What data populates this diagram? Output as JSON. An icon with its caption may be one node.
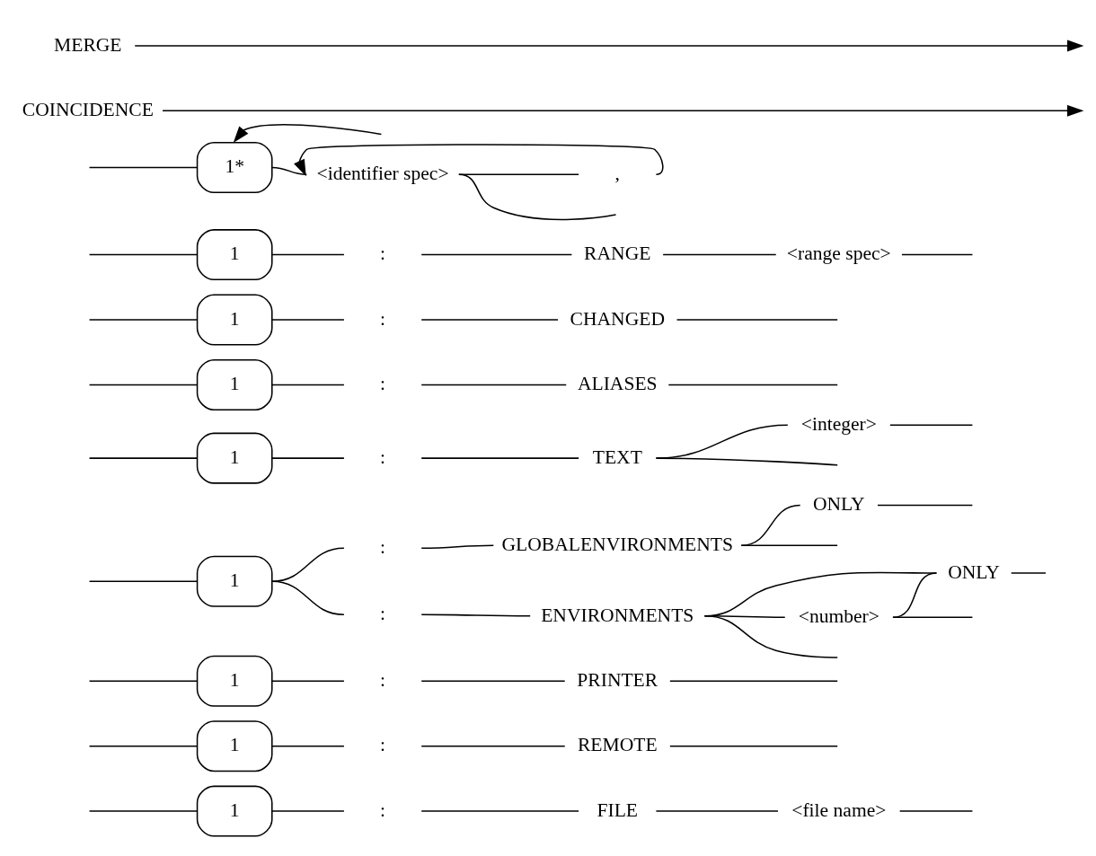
{
  "diagram": {
    "nodes": [
      {
        "text": [
          "MERGE"
        ]
      },
      {
        "text": [
          "COINCIDENCE"
        ]
      },
      {
        "text": [
          "1*"
        ]
      },
      {
        "text": [
          ","
        ]
      },
      {
        "text": [
          "<identifier spec>"
        ]
      },
      {
        "text": [
          "1"
        ]
      },
      {
        "text": [
          ":"
        ]
      },
      {
        "text": [
          "RANGE"
        ]
      },
      {
        "text": [
          "<range spec>"
        ]
      },
      {
        "text": [
          "1"
        ]
      },
      {
        "text": [
          ":"
        ]
      },
      {
        "text": [
          "CHANGED"
        ]
      },
      {
        "text": [
          "1"
        ]
      },
      {
        "text": [
          ":"
        ]
      },
      {
        "text": [
          "ALIASES"
        ]
      },
      {
        "text": [
          "1"
        ]
      },
      {
        "text": [
          ":"
        ]
      },
      {
        "text": [
          "TEXT"
        ]
      },
      {
        "text": [
          "<integer>"
        ]
      },
      {
        "text": [
          "1"
        ]
      },
      {
        "text": [
          ":"
        ]
      },
      {
        "text": [
          "ENVIRONMENTS"
        ]
      },
      {
        "text": [
          "<number>"
        ]
      },
      {
        "text": [
          "ONLY"
        ]
      },
      {
        "text": [
          ":"
        ]
      },
      {
        "text": [
          "GLOBALENVIRONMENTS"
        ]
      },
      {
        "text": [
          "ONLY"
        ]
      },
      {
        "text": [
          "1"
        ]
      },
      {
        "text": [
          ":"
        ]
      },
      {
        "text": [
          "PRINTER"
        ]
      },
      {
        "text": [
          "1"
        ]
      },
      {
        "text": [
          ":"
        ]
      },
      {
        "text": [
          "REMOTE"
        ]
      },
      {
        "text": [
          "1"
        ]
      },
      {
        "text": [
          ":"
        ]
      },
      {
        "text": [
          "FILE"
        ]
      },
      {
        "text": [
          "<file name>"
        ]
      }
    ],
    "edges": [
      {
        "from": 0,
        "to": null,
        "arrow": "to"
      },
      {
        "from": 1,
        "to": null,
        "arrow": "to"
      },
      {
        "from": null,
        "to": 2,
        "arrow": "to"
      },
      {
        "from": null,
        "to": 2,
        "arrow": "none"
      },
      {
        "from": 2,
        "to": 4,
        "arrow": "none"
      },
      {
        "from": 4,
        "to": 3,
        "arrow": "none"
      },
      {
        "from": 3,
        "to": 4,
        "arrow": "to"
      },
      {
        "from": 4,
        "to": null,
        "arrow": "none"
      },
      {
        "from": null,
        "to": 5,
        "arrow": "none"
      },
      {
        "from": 5,
        "to": 6,
        "arrow": "none"
      },
      {
        "from": 6,
        "to": 7,
        "arrow": "none"
      },
      {
        "from": 7,
        "to": 8,
        "arrow": "none"
      },
      {
        "from": 8,
        "to": null,
        "arrow": "none"
      },
      {
        "from": null,
        "to": 9,
        "arrow": "none"
      },
      {
        "from": 9,
        "to": 10,
        "arrow": "none"
      },
      {
        "from": 10,
        "to": 11,
        "arrow": "none"
      },
      {
        "from": 11,
        "to": null,
        "arrow": "none"
      },
      {
        "from": null,
        "to": 12,
        "arrow": "none"
      },
      {
        "from": 12,
        "to": 13,
        "arrow": "none"
      },
      {
        "from": 13,
        "to": 14,
        "arrow": "none"
      },
      {
        "from": 14,
        "to": null,
        "arrow": "none"
      },
      {
        "from": null,
        "to": 15,
        "arrow": "none"
      },
      {
        "from": 15,
        "to": 16,
        "arrow": "none"
      },
      {
        "from": 16,
        "to": 17,
        "arrow": "none"
      },
      {
        "from": 17,
        "to": null,
        "arrow": "none"
      },
      {
        "from": 17,
        "to": 18,
        "arrow": "none"
      },
      {
        "from": 18,
        "to": null,
        "arrow": "none"
      },
      {
        "from": null,
        "to": 19,
        "arrow": "none"
      },
      {
        "from": 19,
        "to": 20,
        "arrow": "none"
      },
      {
        "from": 20,
        "to": 21,
        "arrow": "none"
      },
      {
        "from": 21,
        "to": 22,
        "arrow": "none"
      },
      {
        "from": 21,
        "to": 23,
        "arrow": "none"
      },
      {
        "from": 22,
        "to": 23,
        "arrow": "none"
      },
      {
        "from": 21,
        "to": null,
        "arrow": "none"
      },
      {
        "from": 22,
        "to": null,
        "arrow": "none"
      },
      {
        "from": 23,
        "to": null,
        "arrow": "none"
      },
      {
        "from": 19,
        "to": 24,
        "arrow": "none"
      },
      {
        "from": 24,
        "to": 25,
        "arrow": "none"
      },
      {
        "from": 25,
        "to": 26,
        "arrow": "none"
      },
      {
        "from": 25,
        "to": null,
        "arrow": "none"
      },
      {
        "from": 26,
        "to": null,
        "arrow": "none"
      },
      {
        "from": null,
        "to": 27,
        "arrow": "none"
      },
      {
        "from": 27,
        "to": 28,
        "arrow": "none"
      },
      {
        "from": 28,
        "to": 29,
        "arrow": "none"
      },
      {
        "from": 29,
        "to": null,
        "arrow": "none"
      },
      {
        "from": null,
        "to": 30,
        "arrow": "none"
      },
      {
        "from": 30,
        "to": 31,
        "arrow": "none"
      },
      {
        "from": 31,
        "to": 32,
        "arrow": "none"
      },
      {
        "from": 32,
        "to": null,
        "arrow": "none"
      },
      {
        "from": null,
        "to": 33,
        "arrow": "none"
      },
      {
        "from": 33,
        "to": 34,
        "arrow": "none"
      },
      {
        "from": 34,
        "to": 35,
        "arrow": "none"
      },
      {
        "from": 35,
        "to": 36,
        "arrow": "none"
      },
      {
        "from": 36,
        "to": null,
        "arrow": "none"
      }
    ]
  }
}
